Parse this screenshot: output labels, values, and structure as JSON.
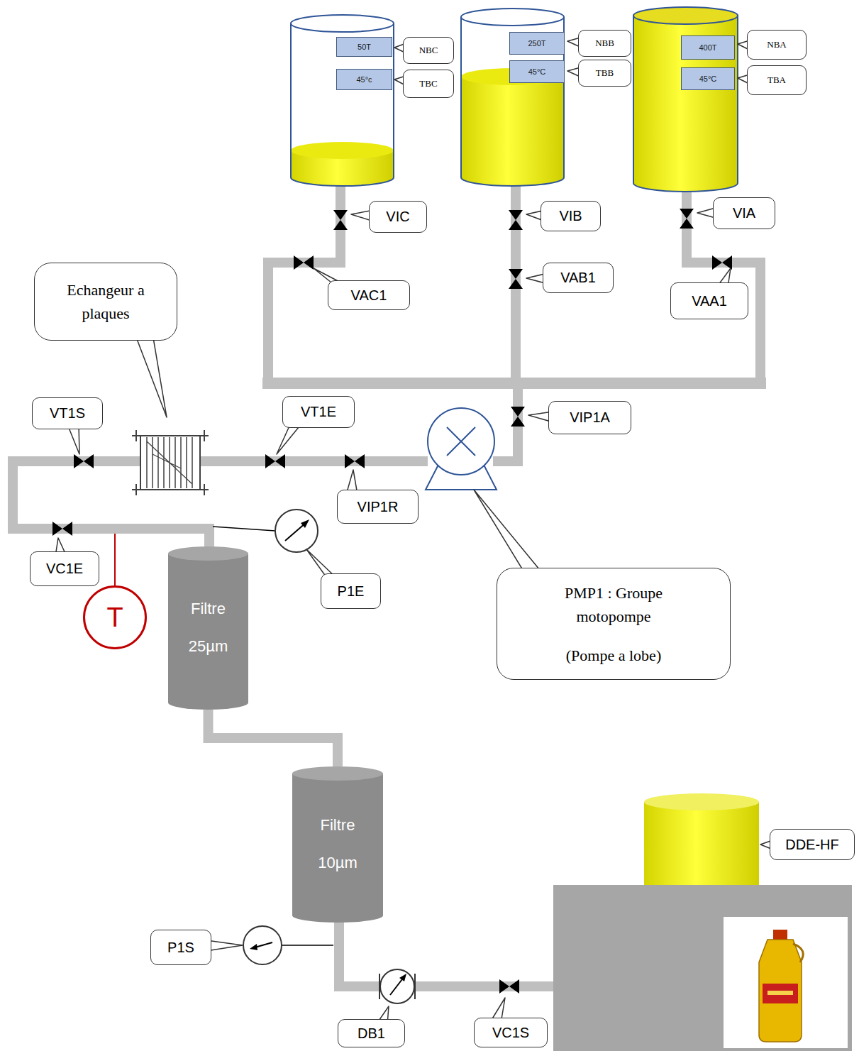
{
  "diagram": {
    "nodes": [
      {
        "text": [
          "50T"
        ]
      },
      {
        "text": [
          "NBC"
        ]
      },
      {
        "text": [
          "45°c"
        ]
      },
      {
        "text": [
          "TBC"
        ]
      },
      {
        "text": [
          "250T"
        ]
      },
      {
        "text": [
          "NBB"
        ]
      },
      {
        "text": [
          "45°C"
        ]
      },
      {
        "text": [
          "TBB"
        ]
      },
      {
        "text": [
          "400T"
        ]
      },
      {
        "text": [
          "NBA"
        ]
      },
      {
        "text": [
          "45°C"
        ]
      },
      {
        "text": [
          "TBA"
        ]
      },
      {
        "text": [
          "VIC"
        ]
      },
      {
        "text": [
          "VIB"
        ]
      },
      {
        "text": [
          "VIA"
        ]
      },
      {
        "text": [
          "Echangeur a plaques"
        ]
      },
      {
        "text": [
          "VAC1"
        ]
      },
      {
        "text": [
          "VAB1"
        ]
      },
      {
        "text": [
          "VAA1"
        ]
      },
      {
        "text": [
          "VT1S"
        ]
      },
      {
        "text": [
          "VT1E"
        ]
      },
      {
        "text": [
          "VIP1A"
        ]
      },
      {
        "text": [
          "VIP1R"
        ]
      },
      {
        "text": [
          "VC1E"
        ]
      },
      {
        "text": [
          "P1E"
        ]
      },
      {
        "text": [
          "T"
        ]
      },
      {
        "text": [
          "Filtre 25µm"
        ]
      },
      {
        "text": [
          "PMP1 : Groupe motopompe",
          "(Pompe a lobe)"
        ]
      },
      {
        "text": [
          "Filtre 10µm"
        ]
      },
      {
        "text": [
          "DDE-HF"
        ]
      },
      {
        "text": [
          "P1S"
        ]
      },
      {
        "text": [
          "DB1"
        ]
      },
      {
        "text": [
          "VC1S"
        ]
      }
    ],
    "edges": [
      {
        "from": 26,
        "to": 28,
        "arrow": "none"
      }
    ]
  }
}
